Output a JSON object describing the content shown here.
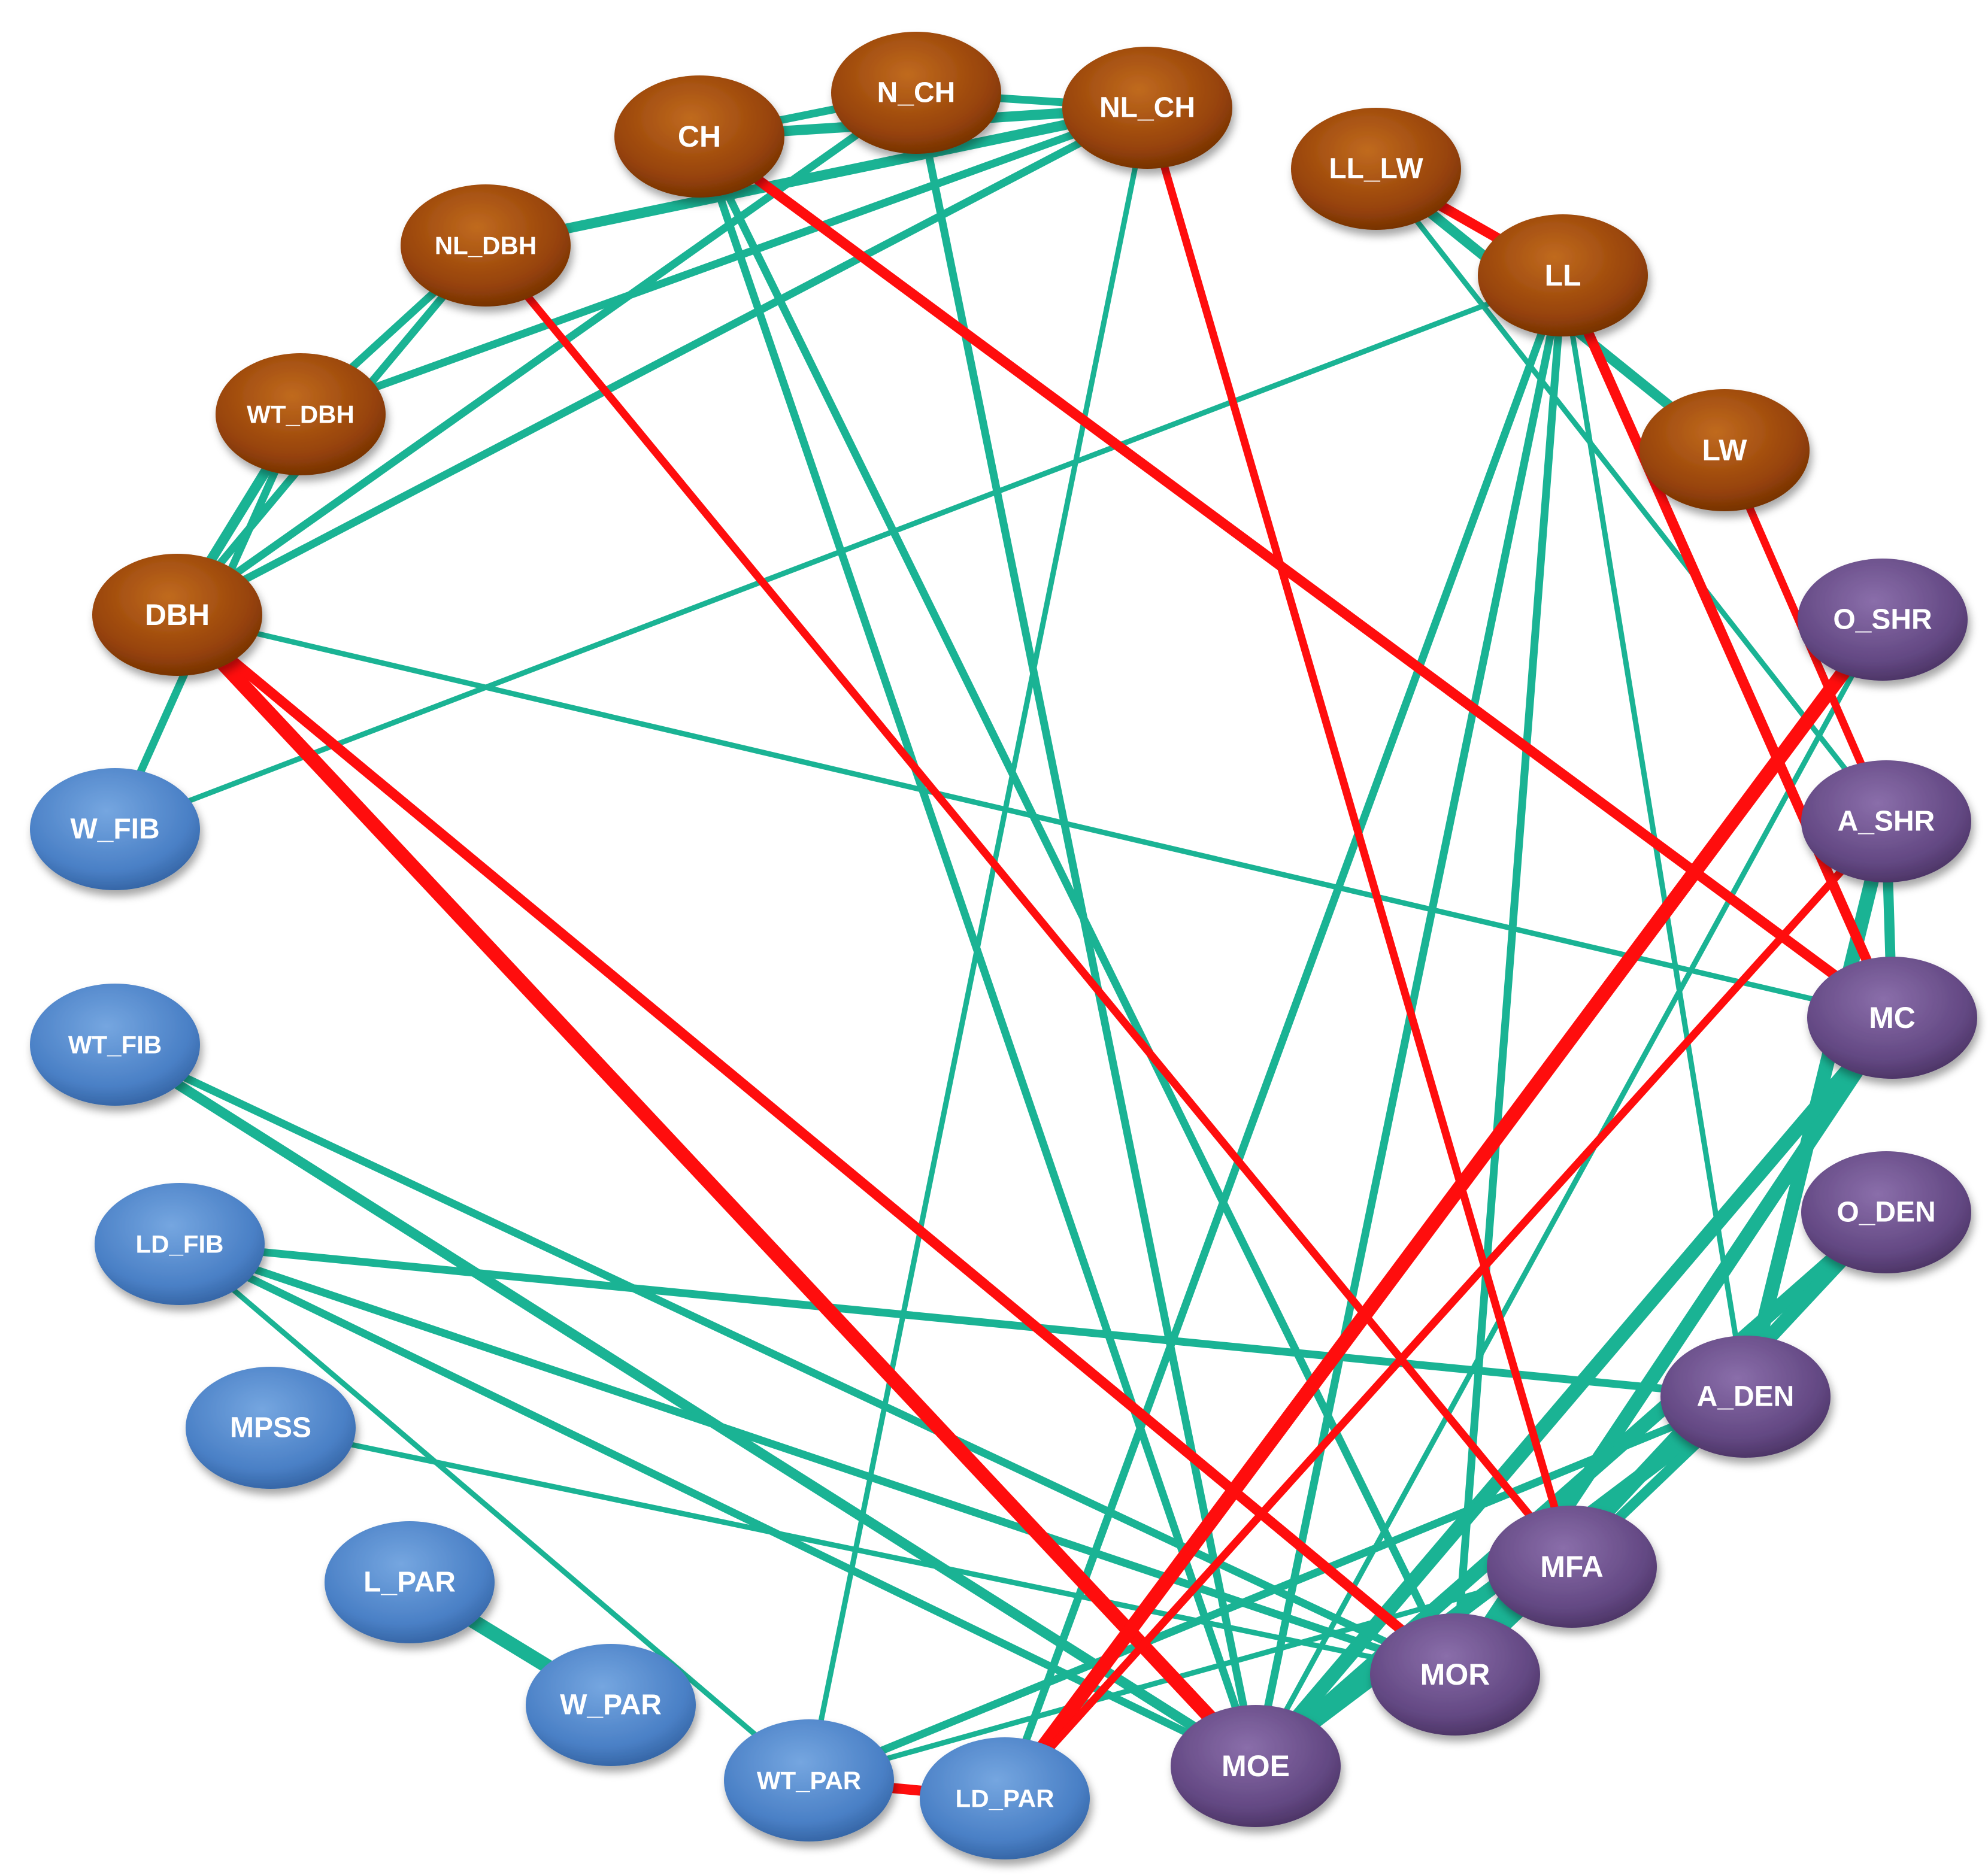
{
  "colors": {
    "positive_edge": "#1ab394",
    "negative_edge": "#ff0d0d",
    "group_growth": "#9b4508",
    "group_anatomy": "#4a83c9",
    "group_property": "#664b86"
  },
  "nodes": [
    {
      "id": "CH",
      "label": "CH",
      "group": "growth"
    },
    {
      "id": "N_CH",
      "label": "N_CH",
      "group": "growth"
    },
    {
      "id": "NL_CH",
      "label": "NL_CH",
      "group": "growth"
    },
    {
      "id": "LL_LW",
      "label": "LL_LW",
      "group": "growth"
    },
    {
      "id": "NL_DBH",
      "label": "NL_DBH",
      "group": "growth"
    },
    {
      "id": "LL",
      "label": "LL",
      "group": "growth"
    },
    {
      "id": "WT_DBH",
      "label": "WT_DBH",
      "group": "growth"
    },
    {
      "id": "LW",
      "label": "LW",
      "group": "growth"
    },
    {
      "id": "DBH",
      "label": "DBH",
      "group": "growth"
    },
    {
      "id": "O_SHR",
      "label": "O_SHR",
      "group": "property"
    },
    {
      "id": "W_FIB",
      "label": "W_FIB",
      "group": "anatomy"
    },
    {
      "id": "A_SHR",
      "label": "A_SHR",
      "group": "property"
    },
    {
      "id": "MC",
      "label": "MC",
      "group": "property"
    },
    {
      "id": "WT_FIB",
      "label": "WT_FIB",
      "group": "anatomy"
    },
    {
      "id": "O_DEN",
      "label": "O_DEN",
      "group": "property"
    },
    {
      "id": "LD_FIB",
      "label": "LD_FIB",
      "group": "anatomy"
    },
    {
      "id": "A_DEN",
      "label": "A_DEN",
      "group": "property"
    },
    {
      "id": "MPSS",
      "label": "MPSS",
      "group": "anatomy"
    },
    {
      "id": "MFA",
      "label": "MFA",
      "group": "property"
    },
    {
      "id": "L_PAR",
      "label": "L_PAR",
      "group": "anatomy"
    },
    {
      "id": "MOR",
      "label": "MOR",
      "group": "property"
    },
    {
      "id": "W_PAR",
      "label": "W_PAR",
      "group": "anatomy"
    },
    {
      "id": "WT_PAR",
      "label": "WT_PAR",
      "group": "anatomy"
    },
    {
      "id": "LD_PAR",
      "label": "LD_PAR",
      "group": "anatomy"
    },
    {
      "id": "MOE",
      "label": "MOE",
      "group": "property"
    }
  ],
  "edges": [
    {
      "from": "NL_DBH",
      "to": "NL_CH",
      "sign": "positive",
      "strength": 3
    },
    {
      "from": "CH",
      "to": "NL_CH",
      "sign": "positive",
      "strength": 3
    },
    {
      "from": "CH",
      "to": "N_CH",
      "sign": "positive",
      "strength": 2
    },
    {
      "from": "N_CH",
      "to": "NL_CH",
      "sign": "positive",
      "strength": 2
    },
    {
      "from": "WT_DBH",
      "to": "NL_CH",
      "sign": "positive",
      "strength": 2
    },
    {
      "from": "DBH",
      "to": "NL_CH",
      "sign": "positive",
      "strength": 2
    },
    {
      "from": "DBH",
      "to": "N_CH",
      "sign": "positive",
      "strength": 2
    },
    {
      "from": "DBH",
      "to": "NL_DBH",
      "sign": "positive",
      "strength": 2
    },
    {
      "from": "DBH",
      "to": "WT_DBH",
      "sign": "positive",
      "strength": 3
    },
    {
      "from": "W_FIB",
      "to": "WT_DBH",
      "sign": "positive",
      "strength": 2
    },
    {
      "from": "WT_DBH",
      "to": "NL_DBH",
      "sign": "positive",
      "strength": 2
    },
    {
      "from": "W_FIB",
      "to": "LL",
      "sign": "positive",
      "strength": 1
    },
    {
      "from": "DBH",
      "to": "MC",
      "sign": "positive",
      "strength": 1
    },
    {
      "from": "CH",
      "to": "MOE",
      "sign": "positive",
      "strength": 2
    },
    {
      "from": "CH",
      "to": "MOR",
      "sign": "positive",
      "strength": 2
    },
    {
      "from": "N_CH",
      "to": "MOE",
      "sign": "positive",
      "strength": 2
    },
    {
      "from": "NL_CH",
      "to": "WT_PAR",
      "sign": "positive",
      "strength": 1
    },
    {
      "from": "LL_LW",
      "to": "LW",
      "sign": "positive",
      "strength": 3
    },
    {
      "from": "LL_LW",
      "to": "A_SHR",
      "sign": "positive",
      "strength": 1
    },
    {
      "from": "LL",
      "to": "MOE",
      "sign": "positive",
      "strength": 2
    },
    {
      "from": "LL",
      "to": "MOR",
      "sign": "positive",
      "strength": 2
    },
    {
      "from": "LL",
      "to": "A_DEN",
      "sign": "positive",
      "strength": 1
    },
    {
      "from": "LL",
      "to": "LD_PAR",
      "sign": "positive",
      "strength": 2
    },
    {
      "from": "O_SHR",
      "to": "MOE",
      "sign": "positive",
      "strength": 1
    },
    {
      "from": "A_SHR",
      "to": "MC",
      "sign": "positive",
      "strength": 3
    },
    {
      "from": "A_SHR",
      "to": "A_DEN",
      "sign": "positive",
      "strength": 4
    },
    {
      "from": "MC",
      "to": "MOE",
      "sign": "positive",
      "strength": 4
    },
    {
      "from": "MC",
      "to": "MOR",
      "sign": "positive",
      "strength": 4
    },
    {
      "from": "O_DEN",
      "to": "MOE",
      "sign": "positive",
      "strength": 4
    },
    {
      "from": "O_DEN",
      "to": "MOR",
      "sign": "positive",
      "strength": 4
    },
    {
      "from": "A_DEN",
      "to": "MOE",
      "sign": "positive",
      "strength": 4
    },
    {
      "from": "A_DEN",
      "to": "MOR",
      "sign": "positive",
      "strength": 3
    },
    {
      "from": "WT_FIB",
      "to": "MOE",
      "sign": "positive",
      "strength": 3
    },
    {
      "from": "WT_FIB",
      "to": "MOR",
      "sign": "positive",
      "strength": 2
    },
    {
      "from": "LD_FIB",
      "to": "MOE",
      "sign": "positive",
      "strength": 2
    },
    {
      "from": "LD_FIB",
      "to": "MOR",
      "sign": "positive",
      "strength": 2
    },
    {
      "from": "LD_FIB",
      "to": "A_DEN",
      "sign": "positive",
      "strength": 2
    },
    {
      "from": "LD_FIB",
      "to": "WT_PAR",
      "sign": "positive",
      "strength": 1
    },
    {
      "from": "MPSS",
      "to": "MOR",
      "sign": "positive",
      "strength": 1
    },
    {
      "from": "L_PAR",
      "to": "W_PAR",
      "sign": "positive",
      "strength": 4
    },
    {
      "from": "WT_PAR",
      "to": "A_DEN",
      "sign": "positive",
      "strength": 2
    },
    {
      "from": "WT_PAR",
      "to": "MFA",
      "sign": "positive",
      "strength": 1
    },
    {
      "from": "CH",
      "to": "MC",
      "sign": "negative",
      "strength": 3
    },
    {
      "from": "NL_CH",
      "to": "MFA",
      "sign": "negative",
      "strength": 2
    },
    {
      "from": "LL_LW",
      "to": "LL",
      "sign": "negative",
      "strength": 3
    },
    {
      "from": "LL",
      "to": "MC",
      "sign": "negative",
      "strength": 3
    },
    {
      "from": "LW",
      "to": "A_SHR",
      "sign": "negative",
      "strength": 2
    },
    {
      "from": "NL_DBH",
      "to": "MFA",
      "sign": "negative",
      "strength": 2
    },
    {
      "from": "DBH",
      "to": "MOE",
      "sign": "negative",
      "strength": 4
    },
    {
      "from": "DBH",
      "to": "MOR",
      "sign": "negative",
      "strength": 3
    },
    {
      "from": "O_SHR",
      "to": "LD_PAR",
      "sign": "negative",
      "strength": 4
    },
    {
      "from": "A_SHR",
      "to": "LD_PAR",
      "sign": "negative",
      "strength": 2
    },
    {
      "from": "LD_PAR",
      "to": "WT_PAR",
      "sign": "negative",
      "strength": 3
    }
  ]
}
